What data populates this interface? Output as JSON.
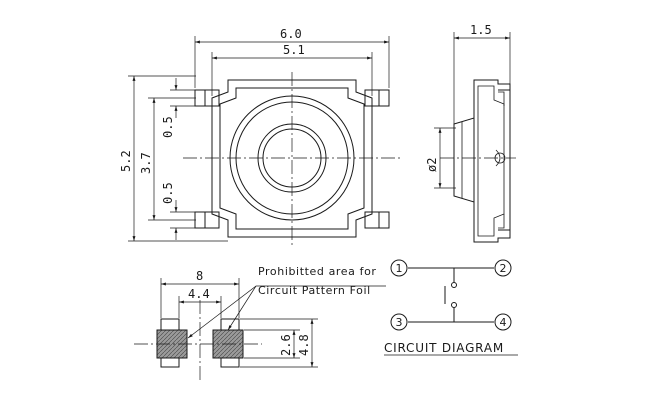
{
  "top_view": {
    "dim_overall_width": "6.0",
    "dim_body_width": "5.1",
    "dim_overall_height": "5.2",
    "dim_inner_height": "3.7",
    "dim_lead_top": "0.5",
    "dim_lead_bottom": "0.5"
  },
  "side_view": {
    "dim_thickness": "1.5",
    "dim_actuator_diameter": "ø2"
  },
  "footprint": {
    "dim_pitch_outer": "8",
    "dim_pitch_inner": "4.4",
    "dim_pad_height_inner": "2.6",
    "dim_pad_height_outer": "4.8",
    "note_line1": "Prohibitted area for",
    "note_line2": "Circuit Pattern Foil"
  },
  "circuit": {
    "pin1": "1",
    "pin2": "2",
    "pin3": "3",
    "pin4": "4",
    "title": "CIRCUIT DIAGRAM"
  }
}
